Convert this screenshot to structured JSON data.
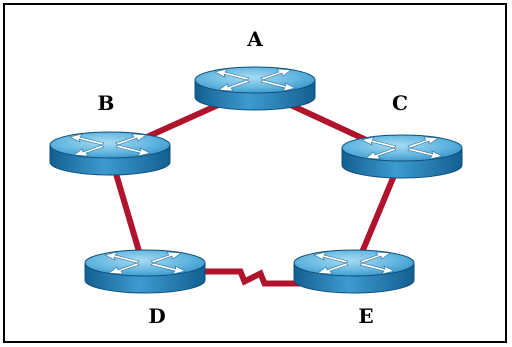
{
  "diagram": {
    "nodes": [
      {
        "id": "A",
        "label": "A",
        "icon": "router-icon"
      },
      {
        "id": "B",
        "label": "B",
        "icon": "router-icon"
      },
      {
        "id": "C",
        "label": "C",
        "icon": "router-icon"
      },
      {
        "id": "D",
        "label": "D",
        "icon": "router-icon"
      },
      {
        "id": "E",
        "label": "E",
        "icon": "router-icon"
      }
    ],
    "links": [
      {
        "from": "A",
        "to": "B",
        "type": "ethernet"
      },
      {
        "from": "A",
        "to": "C",
        "type": "ethernet"
      },
      {
        "from": "B",
        "to": "D",
        "type": "ethernet"
      },
      {
        "from": "C",
        "to": "E",
        "type": "ethernet"
      },
      {
        "from": "D",
        "to": "E",
        "type": "serial"
      }
    ],
    "colors": {
      "link": "#b0142c",
      "link_dark": "#6e0a1a",
      "router_top": "#5fb4de",
      "router_side": "#1c78b0",
      "router_edge": "#0e4f7a",
      "router_arrows": "#ffffff",
      "frame": "#000000"
    }
  }
}
